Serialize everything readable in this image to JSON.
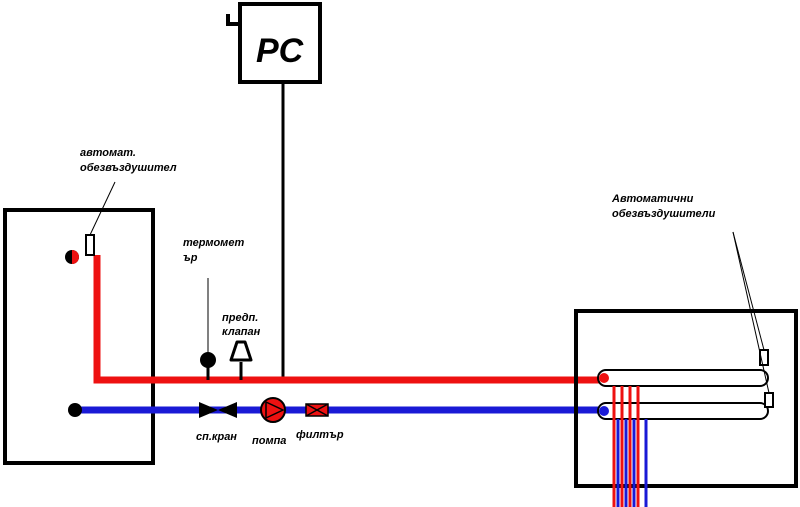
{
  "colors": {
    "hot_pipe": "#ee1111",
    "cold_pipe": "#1a1ad6",
    "outline": "#000000",
    "background": "#ffffff"
  },
  "labels": {
    "pc": "PC",
    "boiler_air_vent_line1": "автомат.",
    "boiler_air_vent_line2": "обезвъздушител",
    "thermometer_line1": "термомет",
    "thermometer_line2": "ър",
    "safety_valve_line1": "предп.",
    "safety_valve_line2": "клапан",
    "shutoff_valve": "сп.кран",
    "pump": "помпа",
    "filter": "филтър",
    "auto_air_vents_line1": "Автоматични",
    "auto_air_vents_line2": "обезвъздушители"
  },
  "icons": {
    "boiler": "boiler-icon",
    "pc": "pc-controller-icon",
    "thermometer": "thermometer-icon",
    "safety_valve": "safety-valve-icon",
    "shutoff_valve": "shutoff-valve-icon",
    "pump": "pump-icon",
    "filter": "filter-icon",
    "heat_exchanger": "heat-exchanger-icon",
    "air_vent": "air-vent-icon"
  }
}
